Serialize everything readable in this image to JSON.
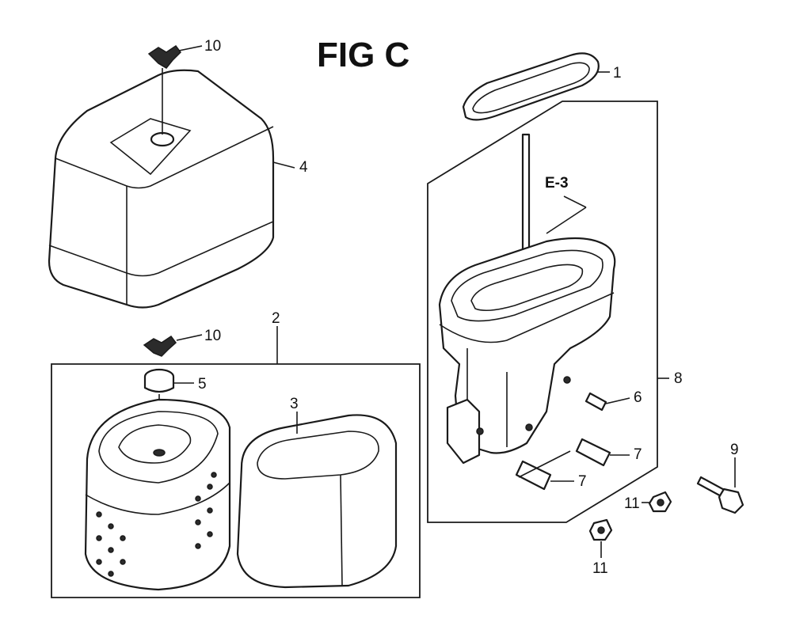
{
  "title": "FIG C",
  "reference": "E-3",
  "callouts": {
    "c1": "1",
    "c2": "2",
    "c3": "3",
    "c4": "4",
    "c5": "5",
    "c6": "6",
    "c7a": "7",
    "c7b": "7",
    "c8": "8",
    "c9": "9",
    "c10a": "10",
    "c10b": "10",
    "c11a": "11",
    "c11b": "11"
  }
}
